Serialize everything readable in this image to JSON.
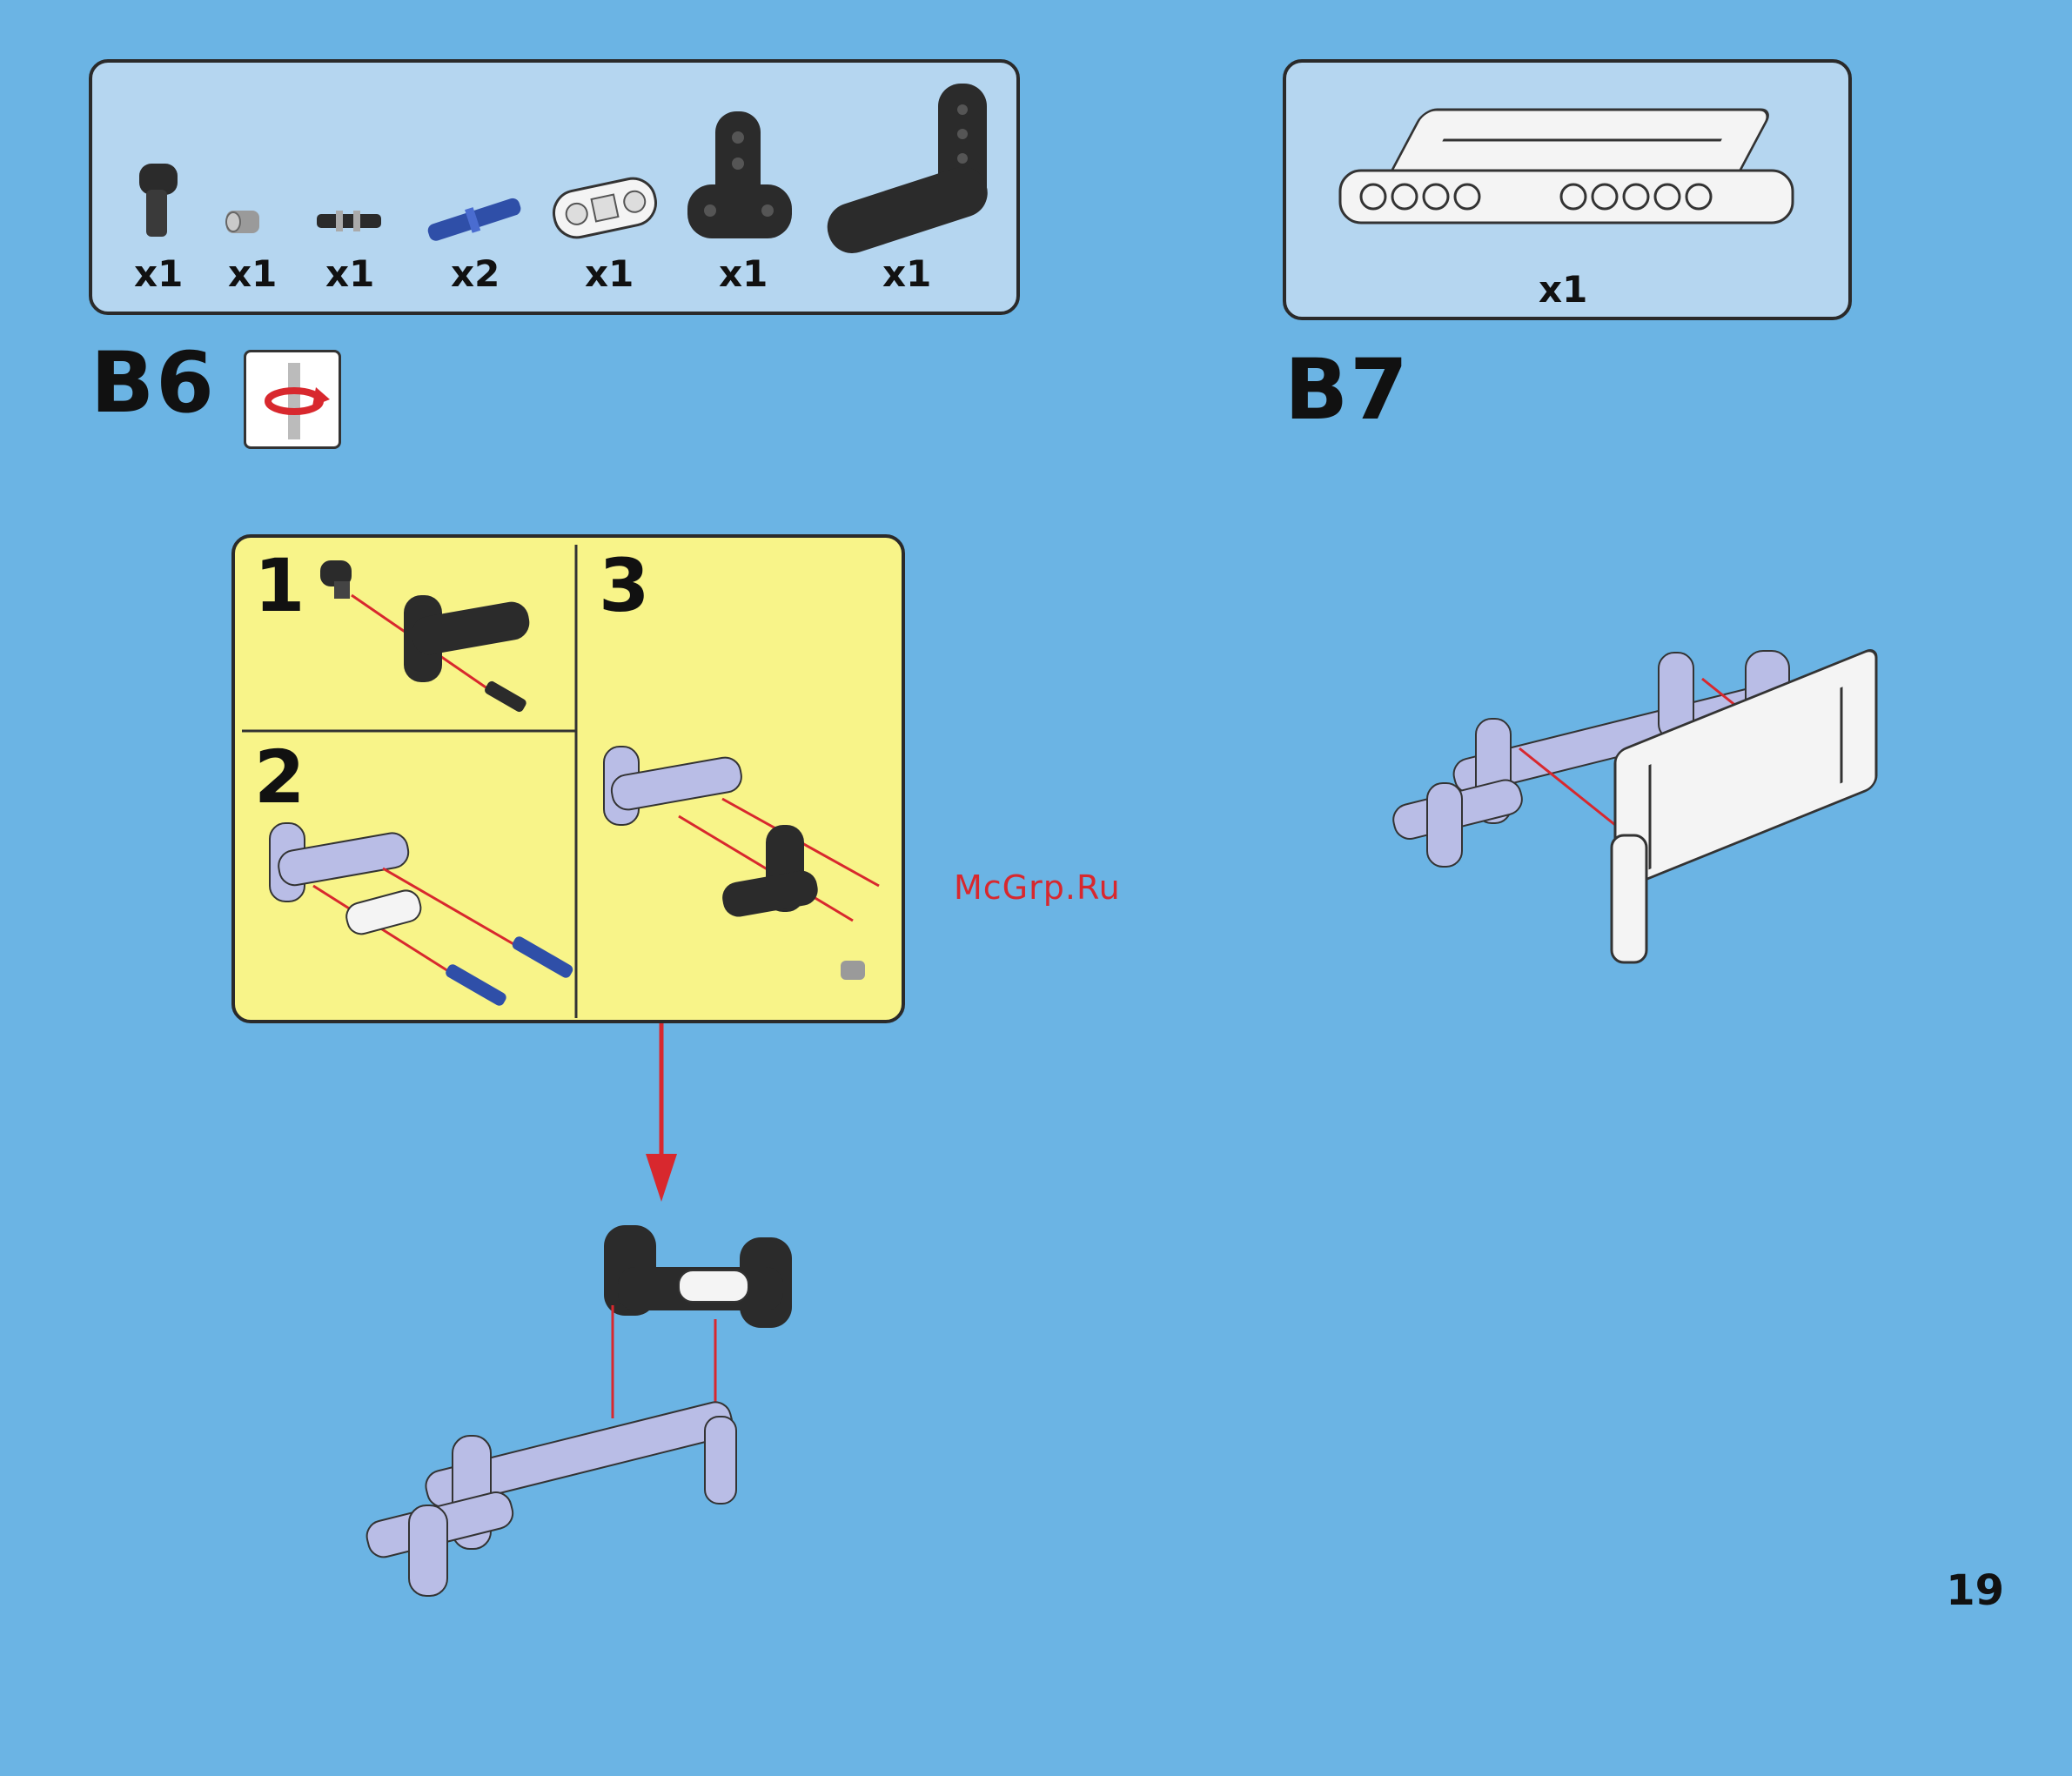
{
  "steps": {
    "b6": {
      "label": "B6",
      "parts": [
        {
          "name": "black-pin-joint",
          "qty": "x1"
        },
        {
          "name": "gray-bush",
          "qty": "x1"
        },
        {
          "name": "black-axle-pin",
          "qty": "x1"
        },
        {
          "name": "blue-pin",
          "qty": "x2"
        },
        {
          "name": "white-beam",
          "qty": "x1"
        },
        {
          "name": "black-t-beam",
          "qty": "x1"
        },
        {
          "name": "black-l-beam",
          "qty": "x1"
        }
      ],
      "substeps": [
        "1",
        "2",
        "3"
      ]
    },
    "b7": {
      "label": "B7",
      "parts": [
        {
          "name": "white-panel",
          "qty": "x1"
        }
      ]
    }
  },
  "icons": {
    "rotate": "rotate-model-icon"
  },
  "colors": {
    "background": "#6bb4e4",
    "panel": "#b5d6f0",
    "substep_panel": "#f8f489",
    "arrow": "#d8282e"
  },
  "watermark": "McGrp.Ru",
  "page_number": "19"
}
